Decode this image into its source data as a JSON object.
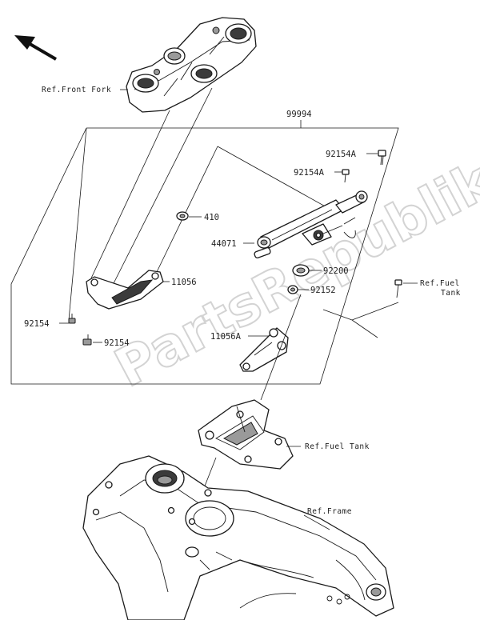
{
  "watermark": "PartsRepublik",
  "references": {
    "front_fork": "Ref.Front Fork",
    "fuel_tank_upper_1": "Ref.Fuel",
    "fuel_tank_upper_2": "Tank",
    "fuel_tank_lower": "Ref.Fuel Tank",
    "frame": "Ref.Frame"
  },
  "parts": {
    "assembly": "99994",
    "bolt_a_upper": "92154A",
    "bolt_a_lower": "92154A",
    "washer": "410",
    "damper": "44071",
    "bracket": "11056",
    "bracket_a": "11056A",
    "bearing": "92200",
    "collar": "92152",
    "bolt_left_1": "92154",
    "bolt_left_2": "92154"
  },
  "icons": {
    "direction": "arrow-up-left-icon"
  }
}
